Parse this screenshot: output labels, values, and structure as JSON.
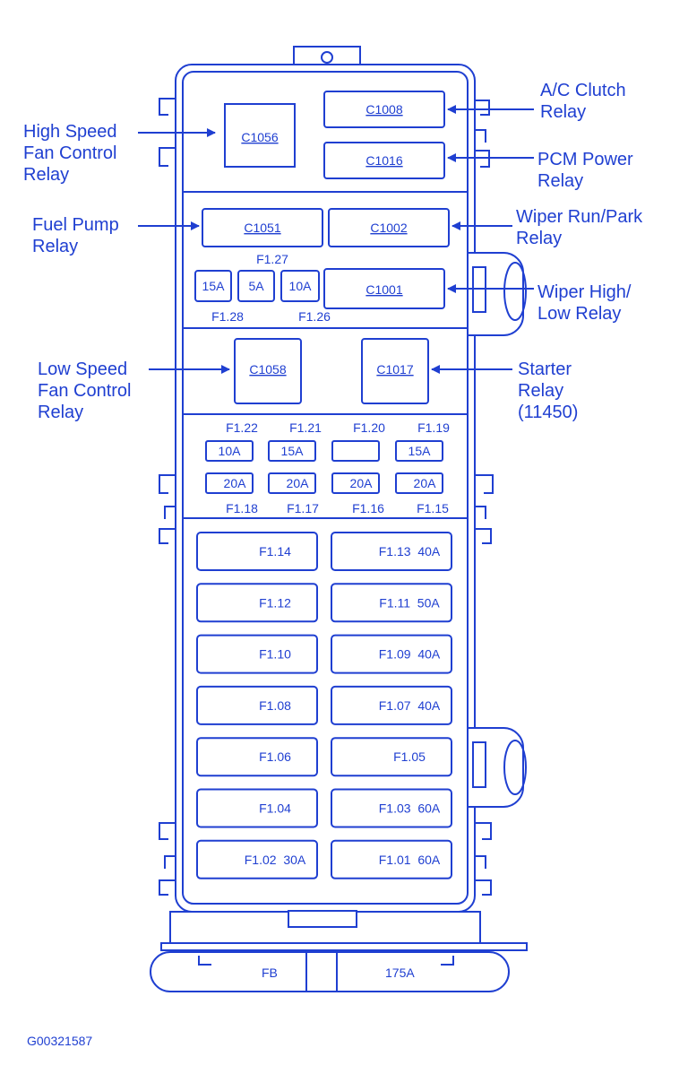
{
  "callouts": {
    "high_speed": [
      "High Speed",
      "Fan Control",
      "Relay"
    ],
    "fuel_pump": [
      "Fuel Pump",
      "Relay"
    ],
    "low_speed": [
      "Low Speed",
      "Fan Control",
      "Relay"
    ],
    "ac_clutch": [
      "A/C Clutch",
      "Relay"
    ],
    "pcm_power": [
      "PCM Power",
      "Relay"
    ],
    "wiper_run": [
      "Wiper Run/Park",
      "Relay"
    ],
    "wiper_high": [
      "Wiper High/",
      "Low Relay"
    ],
    "starter": [
      "Starter",
      "Relay",
      "(11450)"
    ]
  },
  "relays": {
    "c1056": "C1056",
    "c1008": "C1008",
    "c1016": "C1016",
    "c1051": "C1051",
    "c1002": "C1002",
    "c1001": "C1001",
    "c1058": "C1058",
    "c1017": "C1017"
  },
  "small_fuses": {
    "f127": "F1.27",
    "f128": "F1.28",
    "f126": "F1.26",
    "f128_val": "15A",
    "f127_val": "5A",
    "f126_val": "10A"
  },
  "mini_fuses": {
    "top_labels": [
      "F1.22",
      "F1.21",
      "F1.20",
      "F1.19"
    ],
    "top_values": [
      "10A",
      "15A",
      "",
      "15A"
    ],
    "bottom_values": [
      "20A",
      "20A",
      "20A",
      "20A"
    ],
    "bottom_labels": [
      "F1.18",
      "F1.17",
      "F1.16",
      "F1.15"
    ]
  },
  "maxi_fuses": {
    "left": [
      "F1.14",
      "F1.12",
      "F1.10",
      "F1.08",
      "F1.06",
      "F1.04",
      "F1.02  30A"
    ],
    "right": [
      "F1.13  40A",
      "F1.11  50A",
      "F1.09  40A",
      "F1.07  40A",
      "F1.05",
      "F1.03  60A",
      "F1.01  60A"
    ]
  },
  "base": {
    "fb": "FB",
    "amp": "175A"
  },
  "figure_id": "G00321587"
}
